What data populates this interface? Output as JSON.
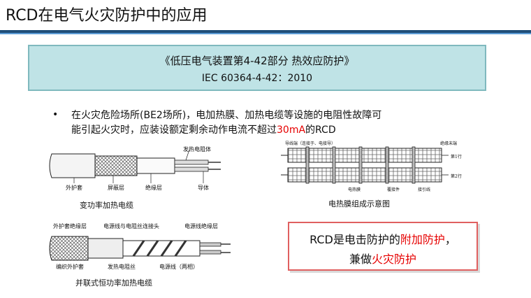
{
  "title": "RCD在电气火灾防护中的应用",
  "standard": {
    "line1": "《低压电气装置第4-42部分  热效应防护》",
    "line2": "IEC 60364-4-42：2010"
  },
  "bullet": {
    "marker": "•",
    "line1": "在火灾危险场所(BE2场所)，电加热膜、加热电缆等设施的电阻性故障可",
    "line2_prefix": "能引起火灾时，应装设额定剩余动作电流不超过",
    "line2_highlight": "30mA",
    "line2_suffix": "的RCD"
  },
  "figures": {
    "cable1": {
      "caption": "变功率加热电缆",
      "labels": {
        "heating": "发热电阻体",
        "sheath": "外护套",
        "shield": "屏蔽层",
        "insulation": "绝缘层",
        "conductor": "导体"
      }
    },
    "film": {
      "caption": "电热膜组成示意图",
      "labels": {
        "busbar": "导线端（连接于、电接导）",
        "insulation_end": "绝缘末端",
        "film": "电热膜",
        "spacer": "覆接件",
        "connector": "接引线",
        "row1": "第1行",
        "row2": "第2行"
      }
    },
    "cable2": {
      "caption": "并联式恒功率加热电缆",
      "labels": {
        "sheath_ins": "外护套绝缘层",
        "joint": "电源线与电阻丝连接头",
        "wire_ins": "电源线绝缘层",
        "braid": "编织外护套",
        "heater": "发热电阻丝",
        "power": "电源线（两相）"
      }
    }
  },
  "rcd_note": {
    "l1_prefix": "RCD是电击防护的",
    "l1_highlight": "附加防护",
    "l1_suffix": "，",
    "l2_prefix": "兼做",
    "l2_highlight": "火灾防护"
  },
  "colors": {
    "accent_dark": "#1f4e79",
    "accent_light": "#5b9bd5",
    "box_fill": "#bfe3e6",
    "highlight": "#e60000"
  }
}
